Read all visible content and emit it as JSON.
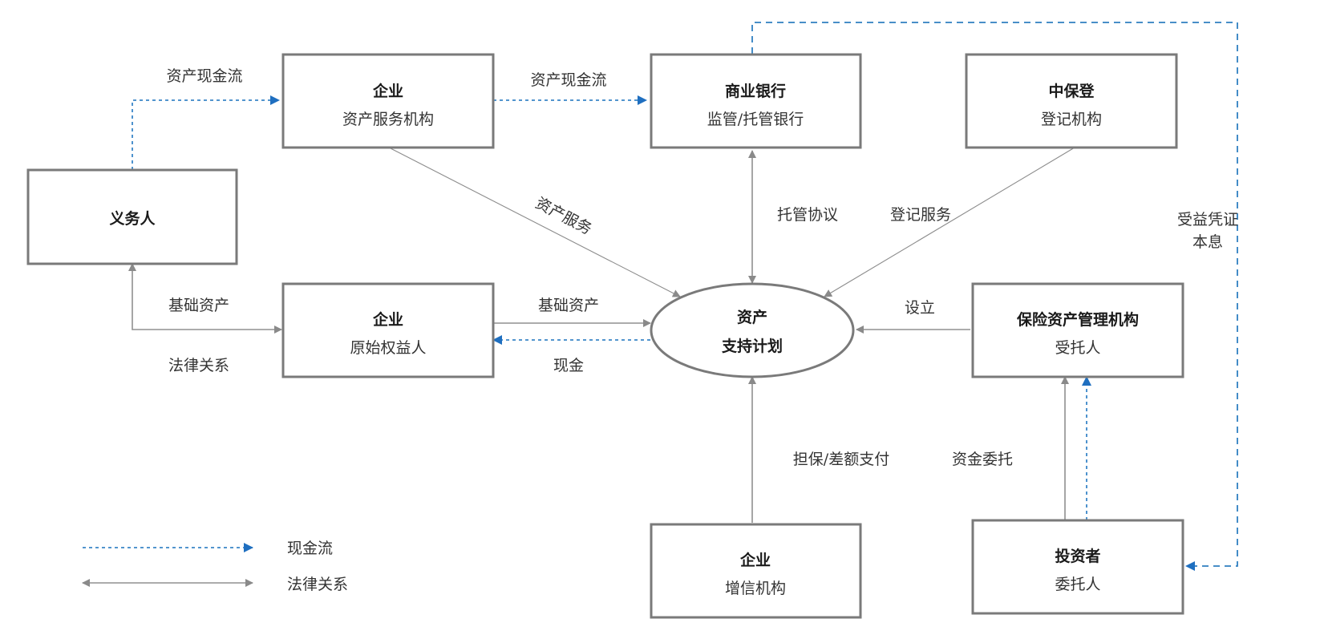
{
  "colors": {
    "cash_flow": "#1f6fc0",
    "legal_relation": "#8a8a8a",
    "box_border": "#7a7a7a"
  },
  "nodes": {
    "obligor": {
      "title": "义务人",
      "subtitle": ""
    },
    "servicer": {
      "title": "企业",
      "subtitle": "资产服务机构"
    },
    "bank": {
      "title": "商业银行",
      "subtitle": "监管/托管银行"
    },
    "registry": {
      "title": "中保登",
      "subtitle": "登记机构"
    },
    "originator": {
      "title": "企业",
      "subtitle": "原始权益人"
    },
    "plan": {
      "title": "资产",
      "subtitle": "支持计划"
    },
    "trustee": {
      "title": "保险资产管理机构",
      "subtitle": "受托人"
    },
    "guarantor": {
      "title": "企业",
      "subtitle": "增信机构"
    },
    "investor": {
      "title": "投资者",
      "subtitle": "委托人"
    }
  },
  "edges": {
    "obligor_to_servicer": "资产现金流",
    "servicer_to_bank": "资产现金流",
    "servicer_to_plan": "资产服务",
    "bank_plan": "托管协议",
    "registry_to_plan": "登记服务",
    "bank_to_investor_line1": "受益凭证",
    "bank_to_investor_line2": "本息",
    "obligor_originator_top": "基础资产",
    "obligor_originator_bottom": "法律关系",
    "originator_to_plan": "基础资产",
    "plan_to_originator": "现金",
    "trustee_to_plan": "设立",
    "guarantor_to_plan": "担保/差额支付",
    "investor_to_trustee": "资金委托"
  },
  "legend": {
    "cash_flow": "现金流",
    "legal_relation": "法律关系"
  }
}
